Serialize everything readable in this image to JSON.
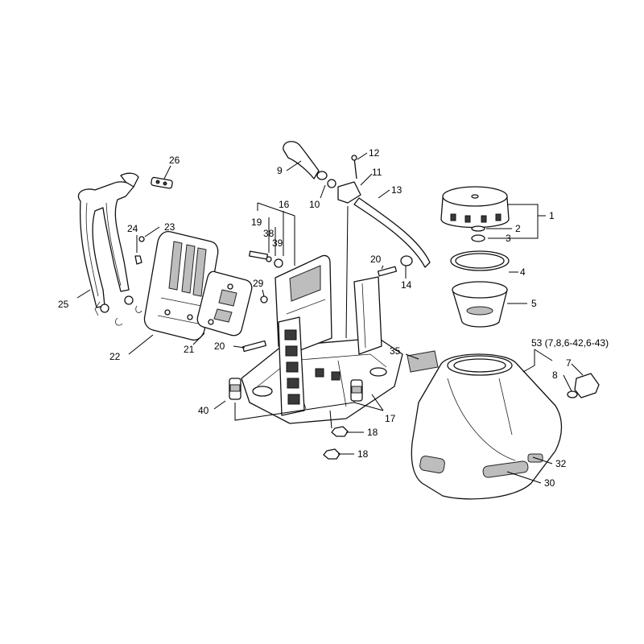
{
  "diagram": {
    "callouts": {
      "c1": "1",
      "c2": "2",
      "c3": "3",
      "c4": "4",
      "c5": "5",
      "c7": "7",
      "c8": "8",
      "c9": "9",
      "c10": "10",
      "c11": "11",
      "c12": "12",
      "c13": "13",
      "c14": "14",
      "c16": "16",
      "c17": "17",
      "c18a": "18",
      "c18b": "18",
      "c19": "19",
      "c20a": "20",
      "c20b": "20",
      "c21": "21",
      "c22": "22",
      "c23": "23",
      "c24": "24",
      "c25": "25",
      "c26": "26",
      "c29": "29",
      "c30": "30",
      "c32": "32",
      "c35": "35",
      "c38": "38",
      "c39": "39",
      "c40": "40",
      "c53": "53 (7,8,6-42,6-43)"
    }
  }
}
